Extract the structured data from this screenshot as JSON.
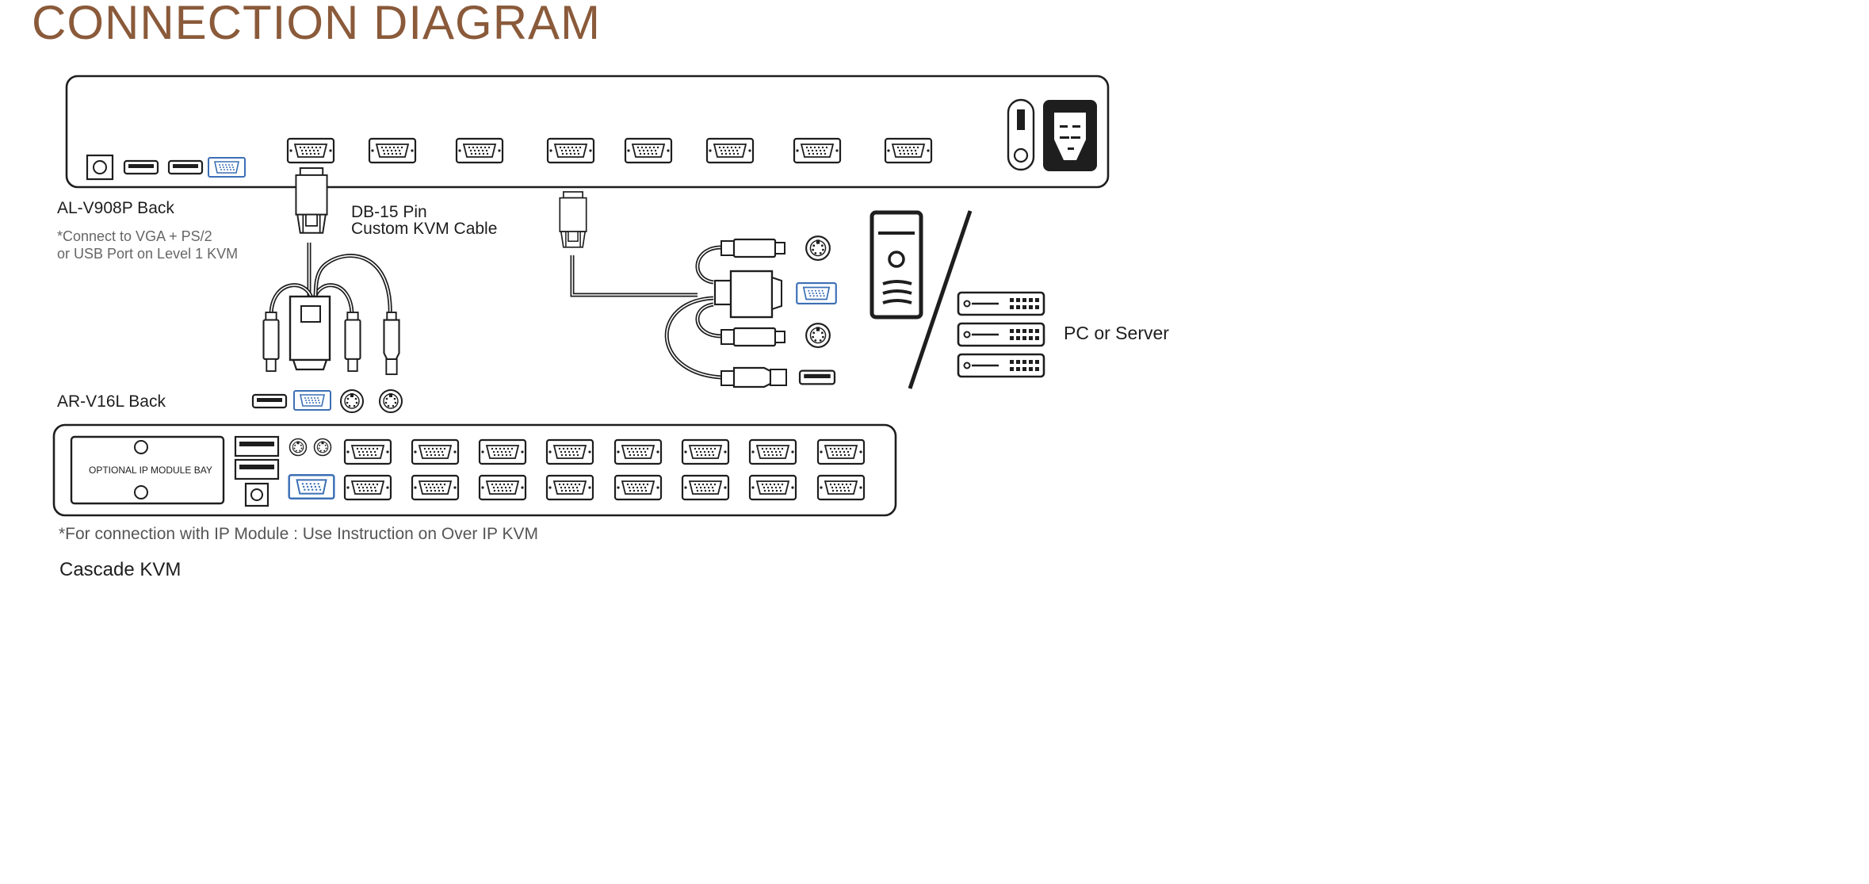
{
  "title": "CONNECTION DIAGRAM",
  "top_device": {
    "name": "AL-V908P Back",
    "note_line1": "*Connect to VGA + PS/2",
    "note_line2": "or USB Port on Level 1 KVM"
  },
  "cable": {
    "line1": "DB-15 Pin",
    "line2": "Custom KVM Cable"
  },
  "pc_server_label": "PC or Server",
  "bottom_device": {
    "name": "AR-V16L Back",
    "module_bay": "OPTIONAL IP MODULE BAY",
    "ip_note": "*For connection with IP Module : Use Instruction on Over IP KVM",
    "caption": "Cascade KVM"
  },
  "colors": {
    "title": "#8a5a3a",
    "stroke": "#1e1e1e",
    "vga_accent": "#3c6fb6",
    "note_gray": "#666666"
  }
}
